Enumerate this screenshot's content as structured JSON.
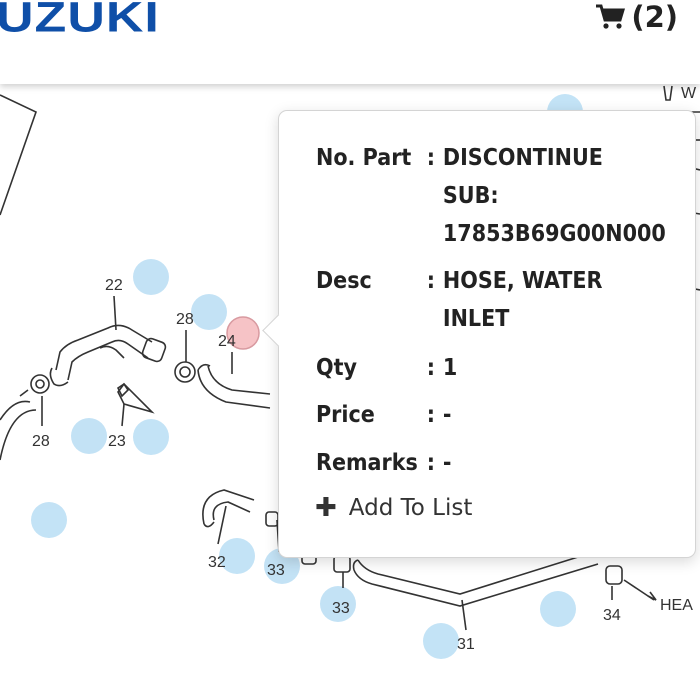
{
  "header": {
    "brand": "UZUKI",
    "cart_label": "(2)",
    "cart_icon": "shopping-cart-icon",
    "brand_color": "#0f4fa8"
  },
  "diagram": {
    "callouts": [
      "22",
      "28",
      "24",
      "28",
      "23",
      "32",
      "33",
      "33",
      "31",
      "34"
    ],
    "text_heat": "HEA",
    "text_w": "W"
  },
  "popover": {
    "part_no_label": "No. Part",
    "part_no_lines": [
      "DISCONTINUE",
      "SUB:",
      "17853B69G00N000"
    ],
    "desc_label": "Desc",
    "desc_lines": [
      "HOSE, WATER",
      "INLET"
    ],
    "qty_label": "Qty",
    "qty_value": "1",
    "price_label": "Price",
    "price_value": "-",
    "remarks_label": "Remarks",
    "remarks_value": "-",
    "colon": ":",
    "add_label": "Add To List",
    "add_icon": "plus-icon"
  }
}
